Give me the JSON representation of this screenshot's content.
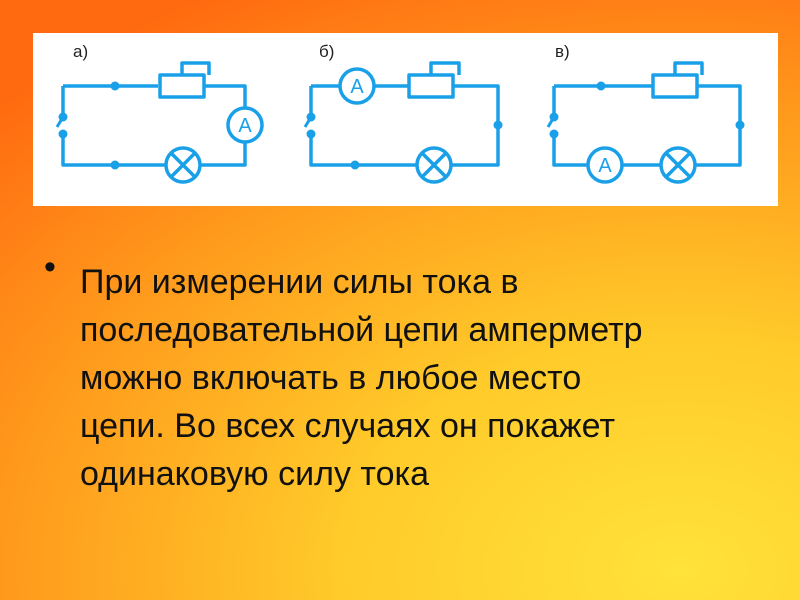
{
  "diagram": {
    "circuits": [
      {
        "label": "а)",
        "component_order": [
          "rheostat",
          "ammeter",
          "lamp"
        ]
      },
      {
        "label": "б)",
        "component_order": [
          "ammeter",
          "rheostat",
          "lamp"
        ]
      },
      {
        "label": "в)",
        "component_order": [
          "rheostat",
          "lamp",
          "ammeter"
        ]
      }
    ],
    "ammeter_symbol": "A",
    "wire_color": "#1aa0e8"
  },
  "bullet": {
    "text": "При измерении силы тока в\nпоследовательной цепи амперметр\nможно включать в любое место\nцепи. Во всех случаях он покажет\nодинаковую силу тока"
  }
}
